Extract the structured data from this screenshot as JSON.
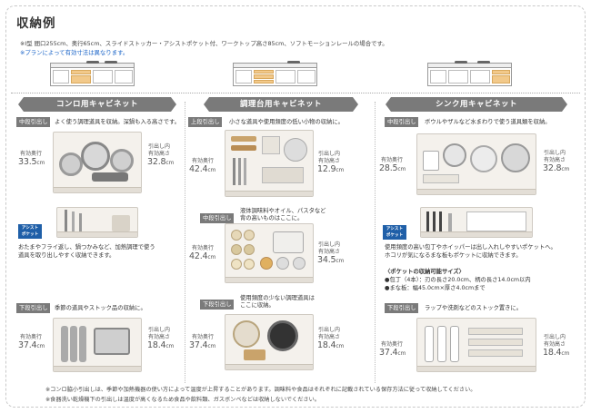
{
  "title": "収納例",
  "notes": {
    "spec": "※I型 間口255cm、奥行65cm、スライドストッカー・アシストポケット付、ワークトップ高さ85cm、ソフトモーションレールの場合です。",
    "plan": "※プランによって有効寸法は異なります。"
  },
  "colors": {
    "header_bg": "#7a7a7a",
    "assist_blue": "#1f5fa8",
    "note_blue": "#1a64c8",
    "highlight": "#f2c98a"
  },
  "columns": {
    "left": {
      "header": "コンロ用キャビネット",
      "middle": {
        "tag": "中段引出し",
        "desc": "よく使う調理道具を収納。深鍋も入る高さです。",
        "depth_label": "有効奥行",
        "depth_value": "33.5",
        "depth_unit": "cm",
        "height_label_1": "引出し内",
        "height_label_2": "有効高さ",
        "height_value": "32.8",
        "height_unit": "cm"
      },
      "assist_label_1": "アシスト",
      "assist_label_2": "ポケット",
      "assist_text_1": "おたまやフライ返し、鍋つかみなど、加熱調理で使う",
      "assist_text_2": "道具を取り出しやすく収納できます。",
      "lower": {
        "tag": "下段引出し",
        "desc": "季節の道具やストック品の収納に。",
        "depth_label": "有効奥行",
        "depth_value": "37.4",
        "depth_unit": "cm",
        "height_label_1": "引出し内",
        "height_label_2": "有効高さ",
        "height_value": "18.4",
        "height_unit": "cm"
      }
    },
    "center": {
      "header": "調理台用キャビネット",
      "upper": {
        "tag": "上段引出し",
        "desc": "小さな道具や使用頻度の低い小物の収納に。",
        "depth_label": "有効奥行",
        "depth_value": "42.4",
        "depth_unit": "cm",
        "height_label_1": "引出し内",
        "height_label_2": "有効高さ",
        "height_value": "12.9",
        "height_unit": "cm"
      },
      "middle": {
        "tag": "中段引出し",
        "desc_1": "液体調味料やオイル、パスタなど",
        "desc_2": "背の高いものはここに。",
        "depth_label": "有効奥行",
        "depth_value": "42.4",
        "depth_unit": "cm",
        "height_label_1": "引出し内",
        "height_label_2": "有効高さ",
        "height_value": "34.5",
        "height_unit": "cm"
      },
      "lower": {
        "tag": "下段引出し",
        "desc_1": "使用頻度の少ない調理道具は",
        "desc_2": "ここに収納。",
        "depth_label": "有効奥行",
        "depth_value": "37.4",
        "depth_unit": "cm",
        "height_label_1": "引出し内",
        "height_label_2": "有効高さ",
        "height_value": "18.4",
        "height_unit": "cm"
      }
    },
    "right": {
      "header": "シンク用キャビネット",
      "middle": {
        "tag": "中段引出し",
        "desc": "ボウルやザルなど水まわりで使う道具類を収納。",
        "depth_label": "有効奥行",
        "depth_value": "28.5",
        "depth_unit": "cm",
        "height_label_1": "引出し内",
        "height_label_2": "有効高さ",
        "height_value": "32.8",
        "height_unit": "cm"
      },
      "assist_label_1": "アシスト",
      "assist_label_2": "ポケット",
      "assist_text_1": "使用頻度の高い包丁やホイッパーは出し入れしやすいポケットへ。",
      "assist_text_2": "ホコリが気になるまな板もポケットに収納できます。",
      "pocket_title": "〈ポケットの収納可能サイズ〉",
      "pocket_1": "●包丁（4本）：刃の長さ20.0cm、柄の長さ14.0cm以内",
      "pocket_2": "●まな板：幅45.0cm×厚さ4.0cmまで",
      "lower": {
        "tag": "下段引出し",
        "desc": "ラップや洗剤などのストック置きに。",
        "depth_label": "有効奥行",
        "depth_value": "37.4",
        "depth_unit": "cm",
        "height_label_1": "引出し内",
        "height_label_2": "有効高さ",
        "height_value": "18.4",
        "height_unit": "cm"
      }
    }
  },
  "footnotes": {
    "f1": "※コンロ脇小引出しは、季節や加熱機器の使い方によって温度が上昇することがあります。調味料や食品はそれぞれに記載されている保存方法に従って収納してください。",
    "f2": "※食器洗い乾燥機下の引出しは温度が高くなるため食品や飲料類、ガスボンベなどは収納しないでください。"
  }
}
